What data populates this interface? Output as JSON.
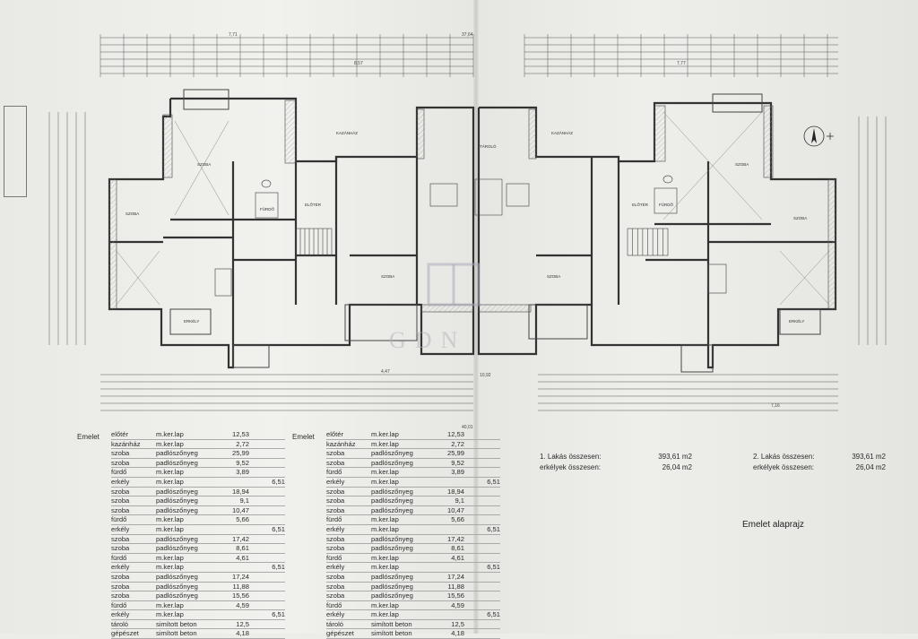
{
  "drawing": {
    "caption": "Emelet alaprajz",
    "watermark": "GDN"
  },
  "schedule_left": {
    "header": "Emelet",
    "rows": [
      {
        "room": "előtér",
        "floor": "m.ker.lap",
        "area": "12,53",
        "balcony": ""
      },
      {
        "room": "kazánház",
        "floor": "m.ker.lap",
        "area": "2,72",
        "balcony": ""
      },
      {
        "room": "szoba",
        "floor": "padlószőnyeg",
        "area": "25,99",
        "balcony": ""
      },
      {
        "room": "szoba",
        "floor": "padlószőnyeg",
        "area": "9,52",
        "balcony": ""
      },
      {
        "room": "fürdő",
        "floor": "m.ker.lap",
        "area": "3,89",
        "balcony": ""
      },
      {
        "room": "erkély",
        "floor": "m.ker.lap",
        "area": "",
        "balcony": "6,51"
      },
      {
        "room": "szoba",
        "floor": "padlószőnyeg",
        "area": "18,94",
        "balcony": ""
      },
      {
        "room": "szoba",
        "floor": "padlószőnyeg",
        "area": "9,1",
        "balcony": ""
      },
      {
        "room": "szoba",
        "floor": "padlószőnyeg",
        "area": "10,47",
        "balcony": ""
      },
      {
        "room": "fürdő",
        "floor": "m.ker.lap",
        "area": "5,66",
        "balcony": ""
      },
      {
        "room": "erkély",
        "floor": "m.ker.lap",
        "area": "",
        "balcony": "6,51"
      },
      {
        "room": "szoba",
        "floor": "padlószőnyeg",
        "area": "17,42",
        "balcony": ""
      },
      {
        "room": "szoba",
        "floor": "padlószőnyeg",
        "area": "8,61",
        "balcony": ""
      },
      {
        "room": "fürdő",
        "floor": "m.ker.lap",
        "area": "4,61",
        "balcony": ""
      },
      {
        "room": "erkély",
        "floor": "m.ker.lap",
        "area": "",
        "balcony": "6,51"
      },
      {
        "room": "szoba",
        "floor": "padlószőnyeg",
        "area": "17,24",
        "balcony": ""
      },
      {
        "room": "szoba",
        "floor": "padlószőnyeg",
        "area": "11,88",
        "balcony": ""
      },
      {
        "room": "szoba",
        "floor": "padlószőnyeg",
        "area": "15,56",
        "balcony": ""
      },
      {
        "room": "fürdő",
        "floor": "m.ker.lap",
        "area": "4,59",
        "balcony": ""
      },
      {
        "room": "erkély",
        "floor": "m.ker.lap",
        "area": "",
        "balcony": "6,51"
      },
      {
        "room": "tároló",
        "floor": "simított beton",
        "area": "12,5",
        "balcony": ""
      },
      {
        "room": "gépészet",
        "floor": "simított beton",
        "area": "4,18",
        "balcony": ""
      }
    ]
  },
  "schedule_right": {
    "header": "Emelet",
    "rows": [
      {
        "room": "előtér",
        "floor": "m.ker.lap",
        "area": "12,53",
        "balcony": ""
      },
      {
        "room": "kazánház",
        "floor": "m.ker.lap",
        "area": "2,72",
        "balcony": ""
      },
      {
        "room": "szoba",
        "floor": "padlószőnyeg",
        "area": "25,99",
        "balcony": ""
      },
      {
        "room": "szoba",
        "floor": "padlószőnyeg",
        "area": "9,52",
        "balcony": ""
      },
      {
        "room": "fürdő",
        "floor": "m.ker.lap",
        "area": "3,89",
        "balcony": ""
      },
      {
        "room": "erkély",
        "floor": "m.ker.lap",
        "area": "",
        "balcony": "6,51"
      },
      {
        "room": "szoba",
        "floor": "padlószőnyeg",
        "area": "18,94",
        "balcony": ""
      },
      {
        "room": "szoba",
        "floor": "padlószőnyeg",
        "area": "9,1",
        "balcony": ""
      },
      {
        "room": "szoba",
        "floor": "padlószőnyeg",
        "area": "10,47",
        "balcony": ""
      },
      {
        "room": "fürdő",
        "floor": "m.ker.lap",
        "area": "5,66",
        "balcony": ""
      },
      {
        "room": "erkély",
        "floor": "m.ker.lap",
        "area": "",
        "balcony": "6,51"
      },
      {
        "room": "szoba",
        "floor": "padlószőnyeg",
        "area": "17,42",
        "balcony": ""
      },
      {
        "room": "szoba",
        "floor": "padlószőnyeg",
        "area": "8,61",
        "balcony": ""
      },
      {
        "room": "fürdő",
        "floor": "m.ker.lap",
        "area": "4,61",
        "balcony": ""
      },
      {
        "room": "erkély",
        "floor": "m.ker.lap",
        "area": "",
        "balcony": "6,51"
      },
      {
        "room": "szoba",
        "floor": "padlószőnyeg",
        "area": "17,24",
        "balcony": ""
      },
      {
        "room": "szoba",
        "floor": "padlószőnyeg",
        "area": "11,88",
        "balcony": ""
      },
      {
        "room": "szoba",
        "floor": "padlószőnyeg",
        "area": "15,56",
        "balcony": ""
      },
      {
        "room": "fürdő",
        "floor": "m.ker.lap",
        "area": "4,59",
        "balcony": ""
      },
      {
        "room": "erkély",
        "floor": "m.ker.lap",
        "area": "",
        "balcony": "6,51"
      },
      {
        "room": "tároló",
        "floor": "simított beton",
        "area": "12,5",
        "balcony": ""
      },
      {
        "room": "gépészet",
        "floor": "simított beton",
        "area": "4,18",
        "balcony": ""
      }
    ]
  },
  "totals": {
    "unit1_label": "1. Lakás összesen:",
    "unit1_value": "393,61 m2",
    "unit1_balcony_label": "erkélyek összesen:",
    "unit1_balcony_value": "26,04 m2",
    "unit2_label": "2. Lakás összesen:",
    "unit2_value": "393,61 m2",
    "unit2_balcony_label": "erkélyek összesen:",
    "unit2_balcony_value": "26,04 m2"
  },
  "plan_labels": {
    "boiler_left": "KAZÁNHÁZ",
    "boiler_right": "KAZÁNHÁZ",
    "storage": "TÁROLÓ",
    "room": "SZOBA",
    "balcony": "ERKÉLY",
    "bath": "FÜRDŐ",
    "hall": "ELŐTÉR"
  },
  "dimensions": {
    "top_totals": [
      "37,64",
      "8,57",
      "7,71",
      "7,77"
    ],
    "bottom_totals": [
      "40,01",
      "10,92",
      "4,47",
      "7,16"
    ]
  }
}
